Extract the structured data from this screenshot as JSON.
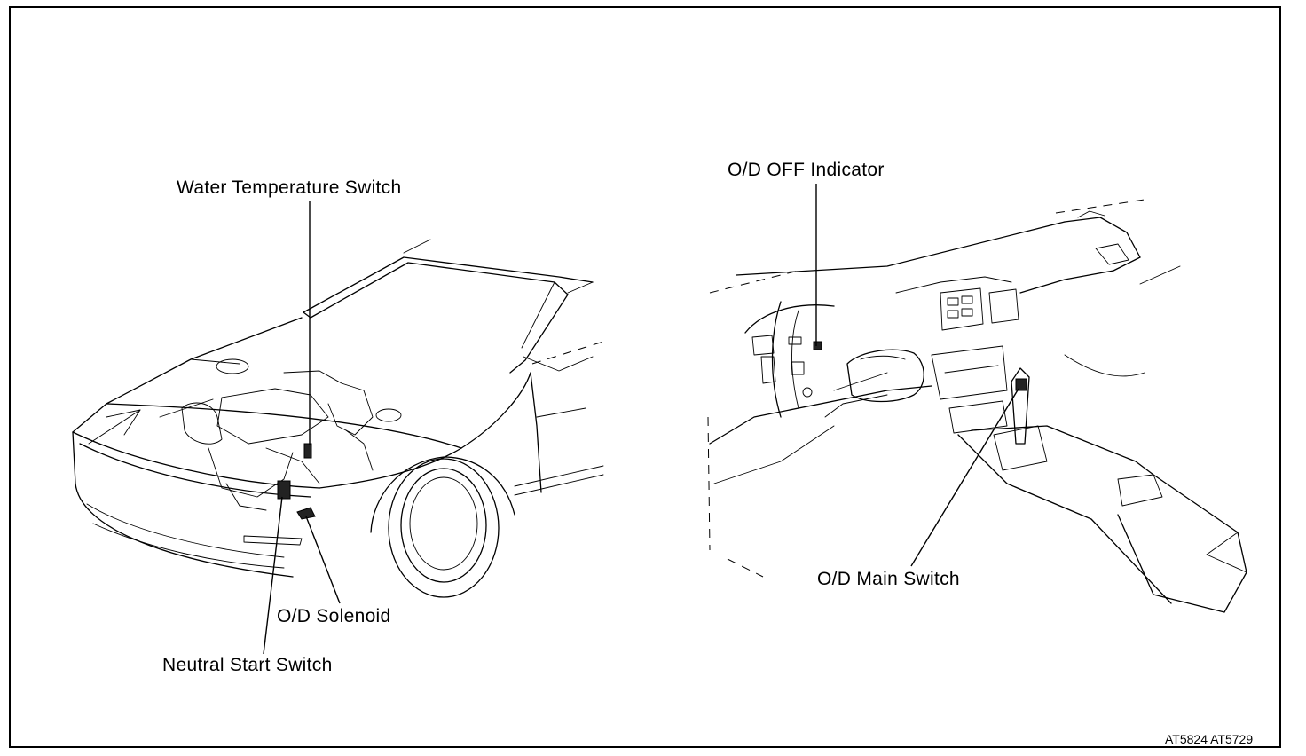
{
  "diagram": {
    "labels": {
      "water_temperature_switch": "Water Temperature Switch",
      "od_solenoid": "O/D Solenoid",
      "neutral_start_switch": "Neutral Start Switch",
      "od_off_indicator": "O/D OFF Indicator",
      "od_main_switch": "O/D Main Switch"
    },
    "figure_codes": "AT5824 AT5729",
    "colors": {
      "line": "#000000",
      "background": "#ffffff"
    }
  }
}
